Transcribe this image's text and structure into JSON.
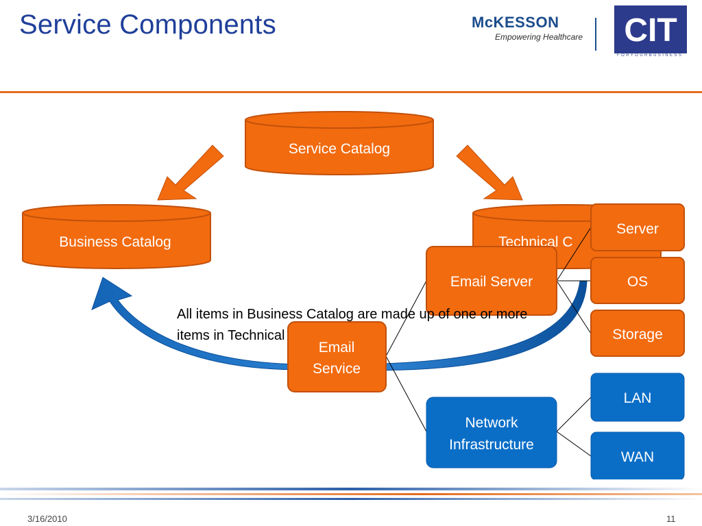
{
  "slide": {
    "title": "Service Components",
    "date": "3/16/2010",
    "page_number": "11"
  },
  "logos": {
    "mckesson_name": "McKESSON",
    "mckesson_tagline": "Empowering Healthcare",
    "cit_letters": "CIT",
    "cit_tagline": "FORYOURBUSINESS"
  },
  "colors": {
    "title": "#1f3f9a",
    "orange": "#f26b0f",
    "orange_border": "#c2500a",
    "blue": "#0a6ec7",
    "accent_rule": "#e46c1e"
  },
  "diagram": {
    "catalogs": {
      "service": "Service Catalog",
      "business": "Business Catalog",
      "technical": "Technical C"
    },
    "nodes": {
      "email_service": [
        "Email",
        "Service"
      ],
      "email_server": "Email Server",
      "server": "Server",
      "os": "OS",
      "storage": "Storage",
      "network": [
        "Network",
        "Infrastructure"
      ],
      "lan": "LAN",
      "wan": "WAN"
    },
    "caption": "All items in Business Catalog are made up of one or more items in Technical Catalog."
  }
}
